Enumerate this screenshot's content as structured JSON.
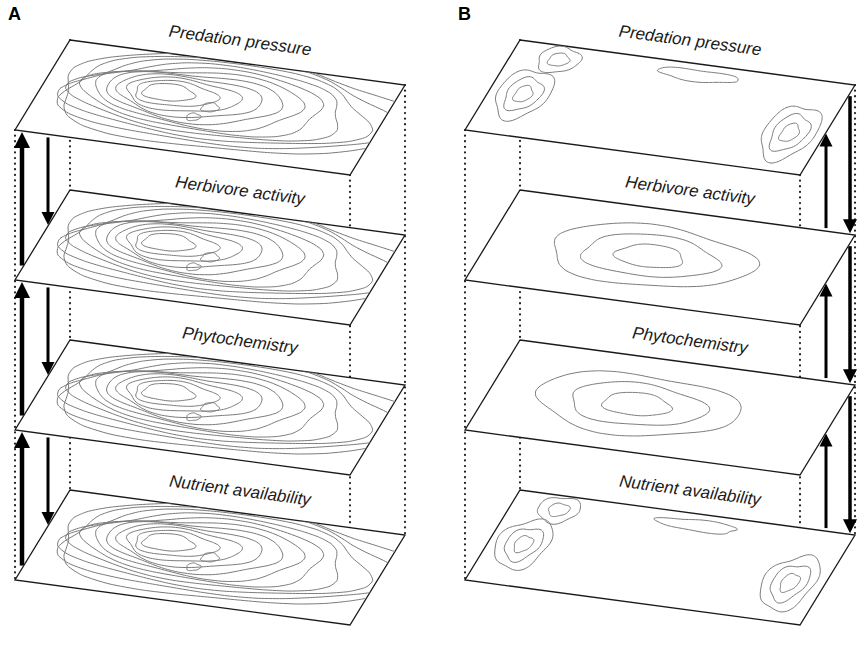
{
  "diagram": {
    "nodes": [
      {
        "text": [
          "Predation pressure"
        ]
      },
      {
        "text": [
          "Herbivore activity"
        ]
      },
      {
        "text": [
          "Phytochemistry"
        ]
      },
      {
        "text": [
          "Nutrient availability"
        ]
      },
      {
        "text": [
          "Predation pressure"
        ]
      },
      {
        "text": [
          "Herbivore activity"
        ]
      },
      {
        "text": [
          "Phytochemistry"
        ]
      },
      {
        "text": [
          "Nutrient availability"
        ]
      }
    ],
    "edges": [
      {
        "from": 1,
        "to": 0,
        "arrow": "to"
      },
      {
        "from": 0,
        "to": 1,
        "arrow": "to"
      },
      {
        "from": 2,
        "to": 1,
        "arrow": "to"
      },
      {
        "from": 1,
        "to": 2,
        "arrow": "to"
      },
      {
        "from": 3,
        "to": 2,
        "arrow": "to"
      },
      {
        "from": 2,
        "to": 3,
        "arrow": "to"
      },
      {
        "from": 5,
        "to": 4,
        "arrow": "to"
      },
      {
        "from": 4,
        "to": 5,
        "arrow": "to"
      },
      {
        "from": 6,
        "to": 5,
        "arrow": "to"
      },
      {
        "from": 5,
        "to": 6,
        "arrow": "to"
      },
      {
        "from": 7,
        "to": 6,
        "arrow": "to"
      },
      {
        "from": 6,
        "to": 7,
        "arrow": "to"
      }
    ],
    "labels": [
      "A",
      "B"
    ]
  }
}
